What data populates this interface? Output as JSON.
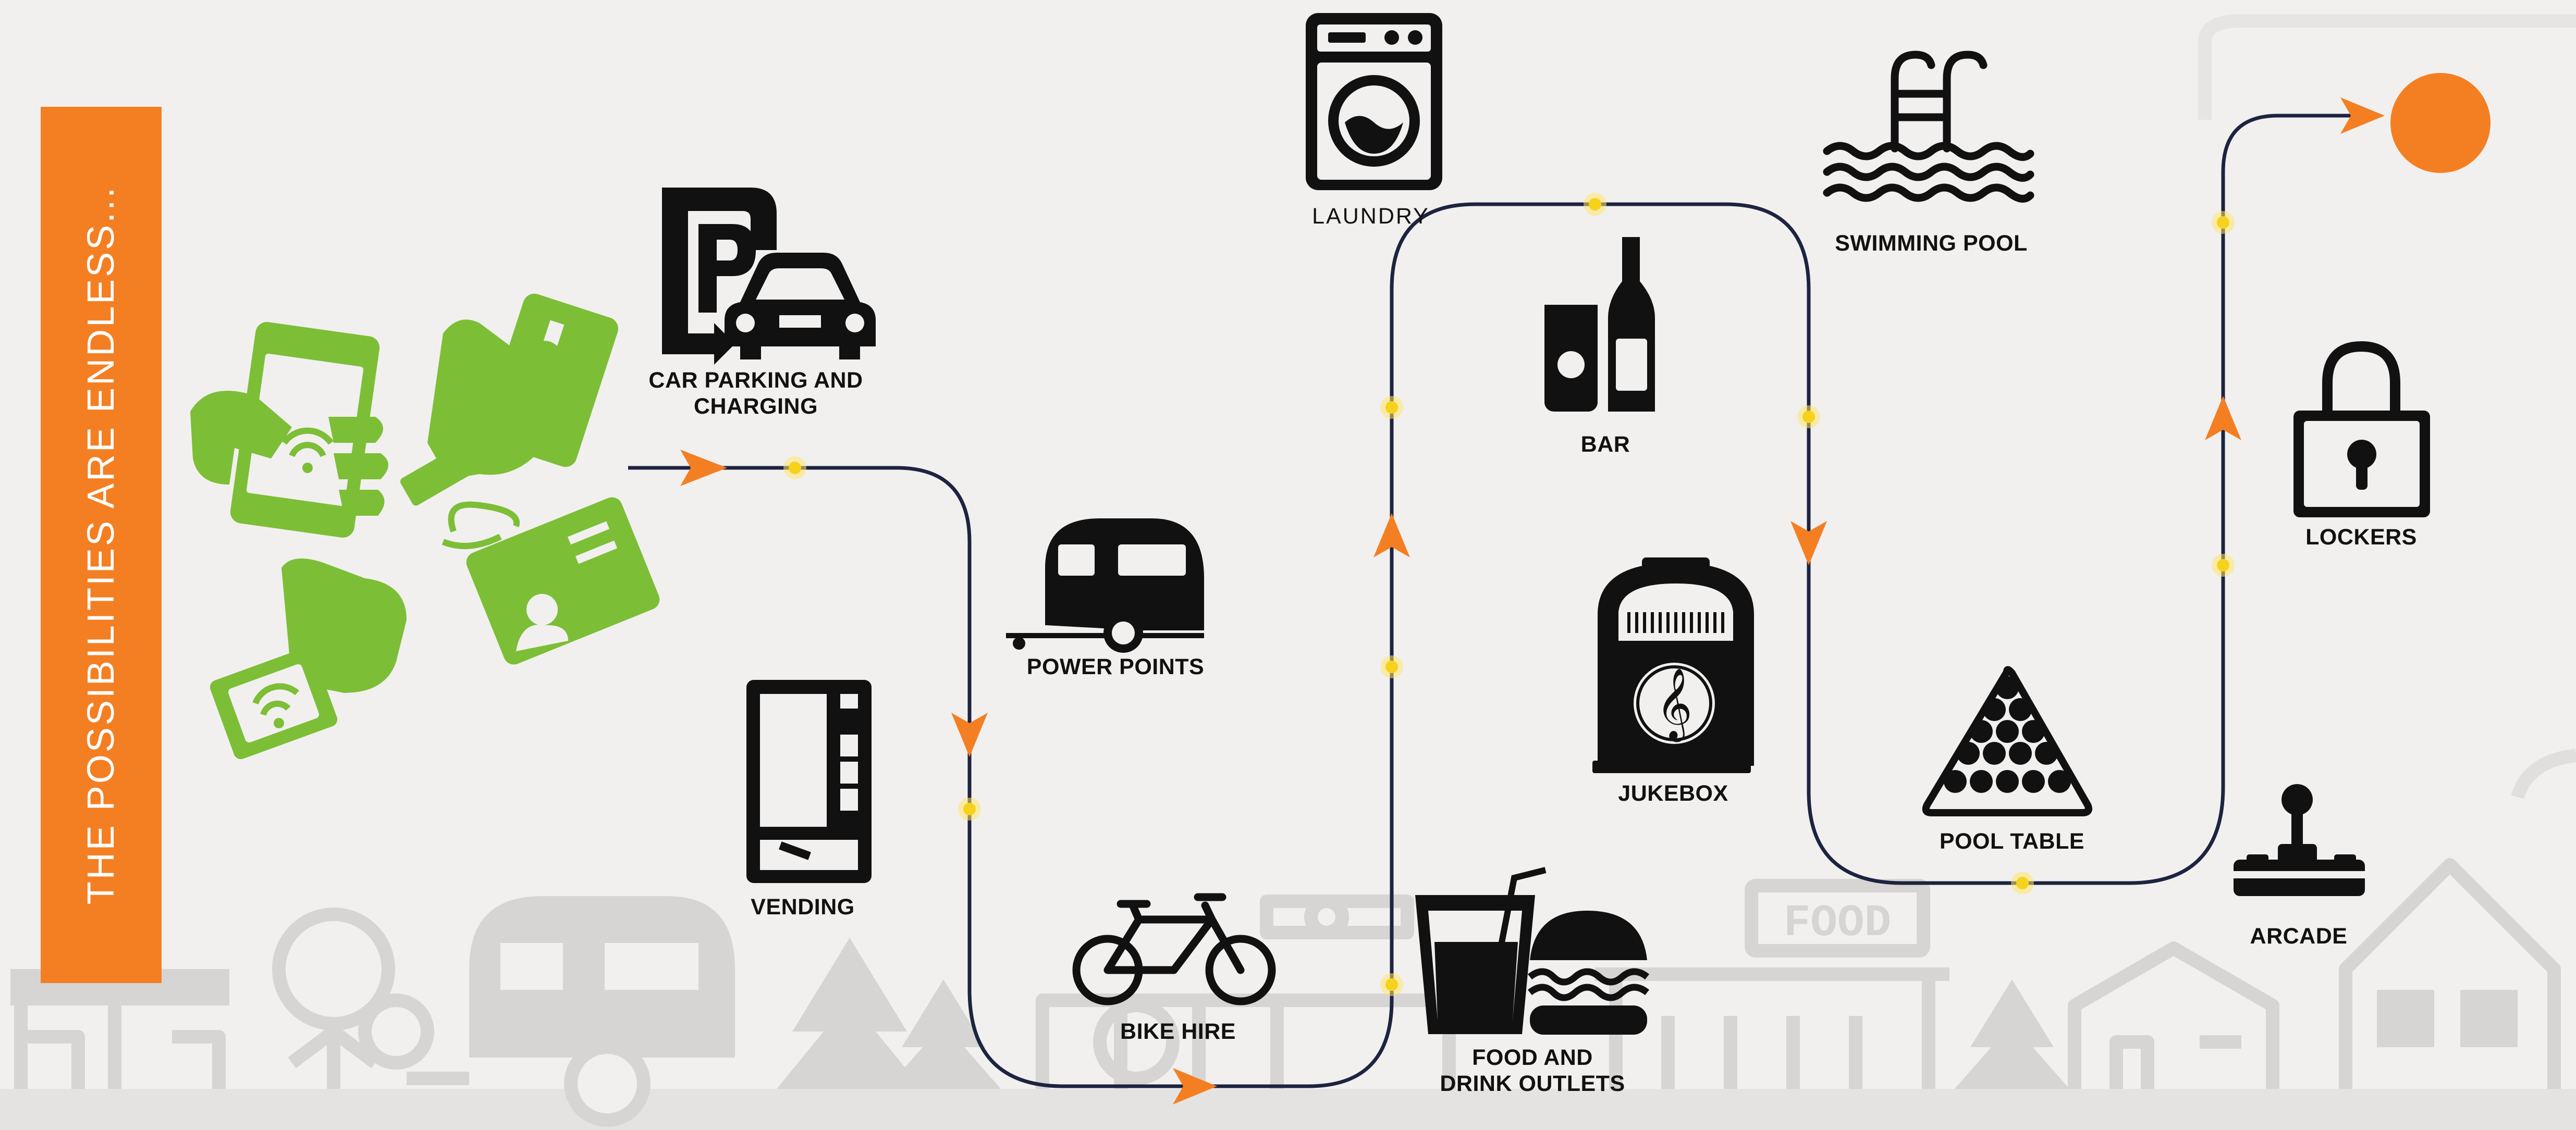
{
  "banner": {
    "text": "THE POSSIBILITIES ARE ENDLESS..."
  },
  "stops": {
    "car_parking": {
      "line1": "CAR PARKING AND",
      "line2": "CHARGING"
    },
    "vending": "VENDING",
    "power_points": "POWER POINTS",
    "bike_hire": "BIKE HIRE",
    "food_drink": {
      "line1": "FOOD AND",
      "line2": "DRINK OUTLETS"
    },
    "laundry": "LAUNDRY",
    "bar": "BAR",
    "jukebox": "JUKEBOX",
    "swimming_pool": "SWIMMING POOL",
    "pool_table": "POOL TABLE",
    "lockers": "LOCKERS",
    "arcade": "ARCADE"
  },
  "background_sign": "FOOD",
  "colors": {
    "background": "#f1f0ef",
    "accent_orange": "#f47f23",
    "contactless_green": "#7dbe37",
    "path_navy": "#1d2340",
    "dot_yellow": "#ffe66b",
    "skyline_gray": "#d4d3d2",
    "icon_black": "#111111"
  },
  "payment_methods": [
    "smartphone-payment-icon",
    "card-payment-icon",
    "wristband-payment-icon",
    "id-card-payment-icon"
  ]
}
